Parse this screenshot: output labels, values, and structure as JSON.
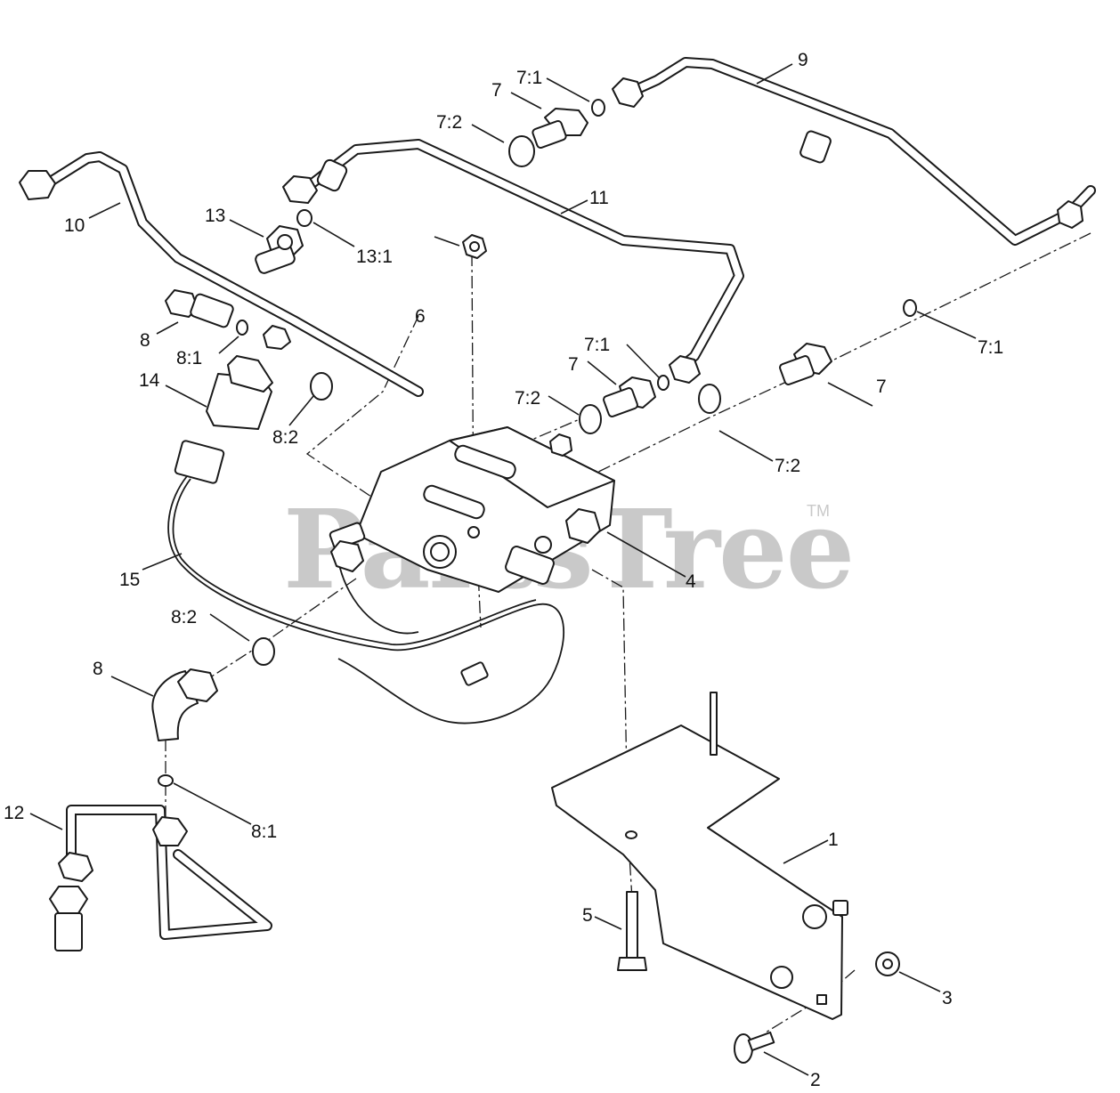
{
  "watermark": {
    "text": "PartsTree",
    "trademark": "TM"
  },
  "callouts": {
    "c9": "9",
    "c7_1_top": "7:1",
    "c7_top": "7",
    "c7_2_top": "7:2",
    "c10": "10",
    "c11": "11",
    "c13": "13",
    "c13_1": "13:1",
    "c8_top": "8",
    "c8_1_top": "8:1",
    "c14": "14",
    "c8_2_top": "8:2",
    "c6": "6",
    "c7_1_mid": "7:1",
    "c7_mid": "7",
    "c7_2_mid": "7:2",
    "c7_1_right": "7:1",
    "c7_right": "7",
    "c7_2_right": "7:2",
    "c15": "15",
    "c4": "4",
    "c8_2_low": "8:2",
    "c8_low": "8",
    "c8_1_low": "8:1",
    "c12": "12",
    "c1": "1",
    "c5": "5",
    "c3": "3",
    "c2": "2"
  }
}
